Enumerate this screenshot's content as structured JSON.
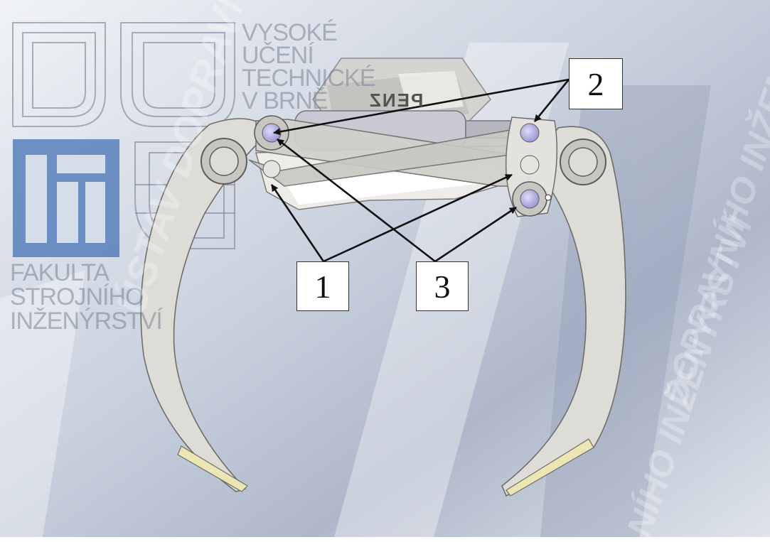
{
  "logo": {
    "line1": "VYSOKÉ",
    "line2": "UČENÍ",
    "line3": "TECHNICKÉ",
    "line4": "V BRNĚ",
    "faculty1": "FAKULTA",
    "faculty2": "STROJNÍHO",
    "faculty3": "INŽENÝRSTVÍ"
  },
  "brand_plate": "PENZ",
  "watermarks": {
    "left": "ÚSTAV DOPRAVNÍHO INŽENÝRSTVÍ",
    "right_upper": "DOPRAVNÍHO INŽENÝRSTVÍ",
    "right_lower": "NÍHO INŽENÝRSTVÍ"
  },
  "callouts": {
    "c1": "1",
    "c2": "2",
    "c3": "3"
  },
  "colors": {
    "background_light": "#e8ecf2",
    "background_dark": "#a9b4c8",
    "part_body": "#d9d7d2",
    "pin": "#b9b6e6",
    "arrow": "#111111"
  }
}
